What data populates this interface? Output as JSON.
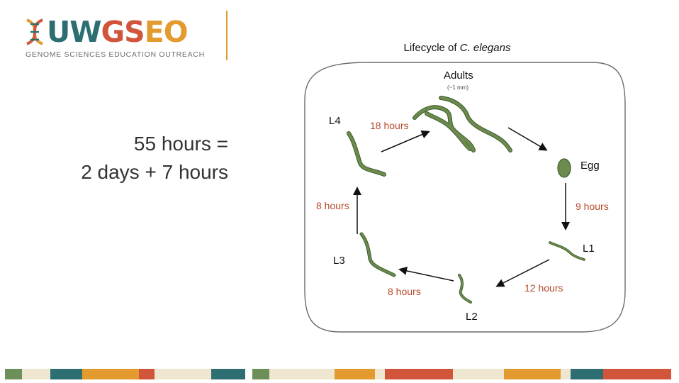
{
  "logo": {
    "text_u": "U",
    "text_w": "W",
    "text_gs": "GS",
    "text_eo": "EO",
    "subtitle": "GENOME SCIENCES EDUCATION OUTREACH",
    "colors": {
      "teal": "#2d6e73",
      "red": "#d0553b",
      "orange": "#e39a2e",
      "gray": "#6d6d6d"
    }
  },
  "diagram": {
    "title_prefix": "Lifecycle of ",
    "title_species": "C. elegans",
    "stages": {
      "adults": "Adults",
      "adult_size": "(~1 mm)",
      "egg": "Egg",
      "l1": "L1",
      "l2": "L2",
      "l3": "L3",
      "l4": "L4"
    },
    "durations": {
      "adult_to_egg": "",
      "egg_to_l1": "9 hours",
      "l1_to_l2": "12 hours",
      "l2_to_l3": "8 hours",
      "l3_to_l4": "8 hours",
      "l4_to_adult": "18 hours"
    },
    "colors": {
      "worm": "#6b8c4e",
      "worm_outline": "#3f5a2b",
      "time_text": "#b54a2a",
      "border": "#6b6b6b"
    }
  },
  "summary": {
    "line1": "55 hours =",
    "line2": "2 days + 7 hours"
  },
  "footer_bar_colors": [
    "#6d8f5a",
    "#efe6cf",
    "#2d6e73",
    "#e39a2e",
    "#d0553b",
    "#efe6cf",
    "#2d6e73",
    "#6d8f5a",
    "#efe6cf",
    "#e39a2e",
    "#efe6cf",
    "#d0553b",
    "#efe6cf",
    "#e39a2e",
    "#efe6cf",
    "#2d6e73",
    "#d0553b"
  ]
}
